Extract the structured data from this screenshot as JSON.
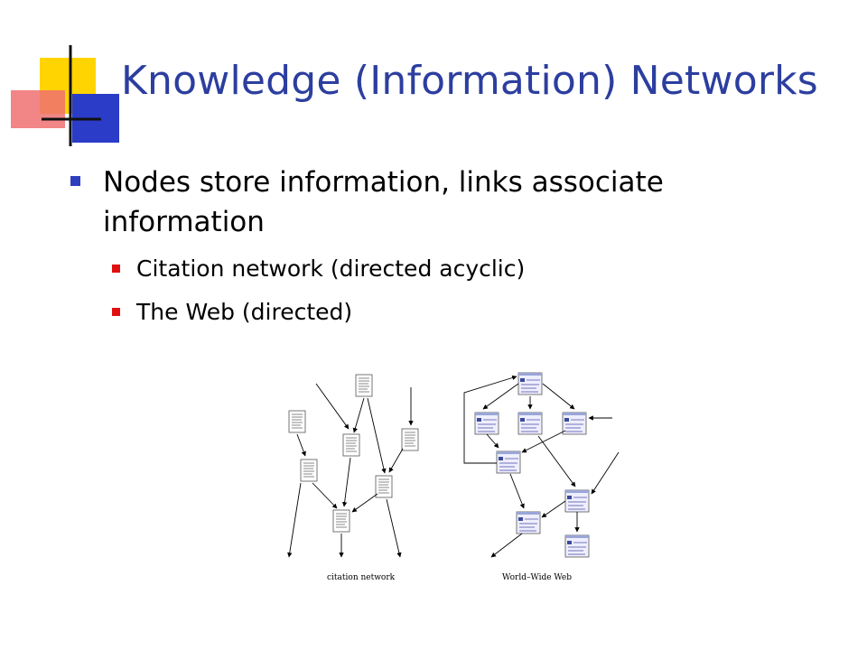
{
  "slide": {
    "title": "Knowledge (Information) Networks",
    "bullets": [
      {
        "text": "Nodes store information, links associate information",
        "sub": [
          "Citation network (directed acyclic)",
          "The Web (directed)"
        ]
      }
    ]
  },
  "figure": {
    "caption_left": "citation network",
    "caption_right": "World–Wide Web"
  },
  "colors": {
    "title": "#2c3e9f",
    "bullet_level1": "#2f3fbf",
    "bullet_level2": "#e01010",
    "logo_yellow": "#ffd400",
    "logo_blue": "#2a3cc8",
    "logo_red": "#f07070"
  }
}
